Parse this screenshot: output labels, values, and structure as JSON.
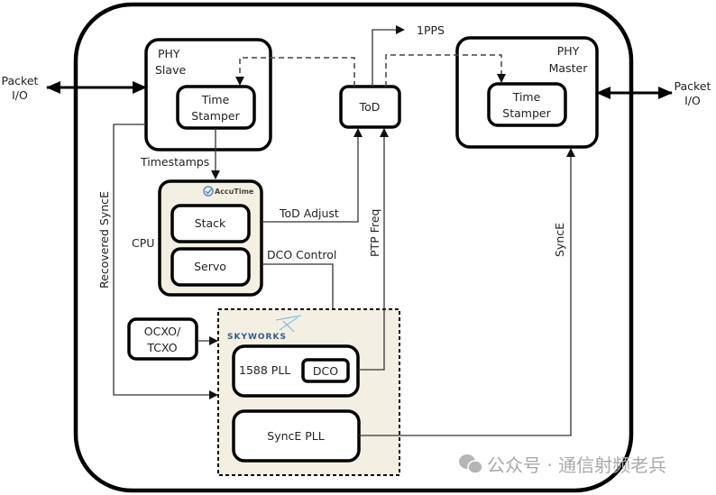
{
  "diagram": {
    "left_io": {
      "line1": "Packet",
      "line2": "I/O"
    },
    "right_io": {
      "line1": "Packet",
      "line2": "I/O"
    },
    "phy_slave": {
      "line1": "PHY",
      "line2": "Slave",
      "inner": {
        "line1": "Time",
        "line2": "Stamper"
      }
    },
    "phy_master": {
      "line1": "PHY",
      "line2": "Master",
      "inner": {
        "line1": "Time",
        "line2": "Stamper"
      }
    },
    "tod": {
      "label": "ToD"
    },
    "pps": {
      "label": "1PPS"
    },
    "timestamps_label": "Timestamps",
    "cpu": {
      "label": "CPU",
      "logo": "AccuTime",
      "stack": "Stack",
      "servo": "Servo"
    },
    "tod_adjust_label": "ToD Adjust",
    "dco_control_label": "DCO Control",
    "ptp_freq_label": "PTP Freq",
    "synce_label": "SyncE",
    "recovered_synce_label": "Recovered SyncE",
    "oscillator": {
      "line1": "OCXO/",
      "line2": "TCXO"
    },
    "skyworks": {
      "logo": "SKYWORKS",
      "pll_1588": "1588 PLL",
      "dco": "DCO",
      "synce_pll": "SyncE PLL"
    },
    "colors": {
      "cpu_fill": "#f3efe3",
      "skyworks_fill": "#f3efe3",
      "skyworks_blue": "#2f5d8a",
      "accutime_blue": "#5b8fc2"
    }
  },
  "watermark": {
    "text": "公众号 · 通信射频老兵"
  }
}
